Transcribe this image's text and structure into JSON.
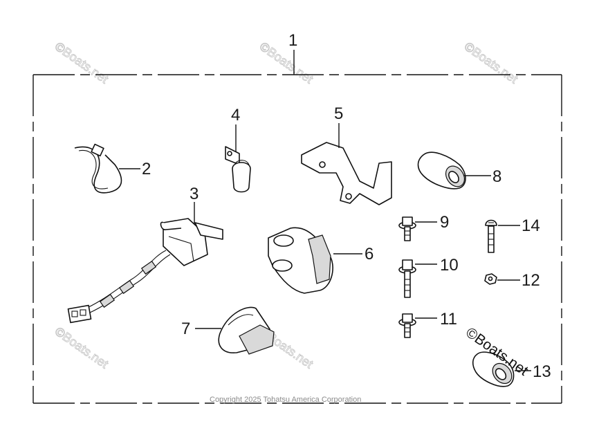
{
  "diagram": {
    "callouts": [
      {
        "id": "1",
        "label": "1"
      },
      {
        "id": "2",
        "label": "2"
      },
      {
        "id": "3",
        "label": "3"
      },
      {
        "id": "4",
        "label": "4"
      },
      {
        "id": "5",
        "label": "5"
      },
      {
        "id": "6",
        "label": "6"
      },
      {
        "id": "7",
        "label": "7"
      },
      {
        "id": "8",
        "label": "8"
      },
      {
        "id": "9",
        "label": "9"
      },
      {
        "id": "10",
        "label": "10"
      },
      {
        "id": "11",
        "label": "11"
      },
      {
        "id": "12",
        "label": "12"
      },
      {
        "id": "13",
        "label": "13"
      },
      {
        "id": "14",
        "label": "14"
      }
    ],
    "watermark": "©Boats.net",
    "copyright": "Copyright 2025 Tohatsu America Corporation"
  }
}
